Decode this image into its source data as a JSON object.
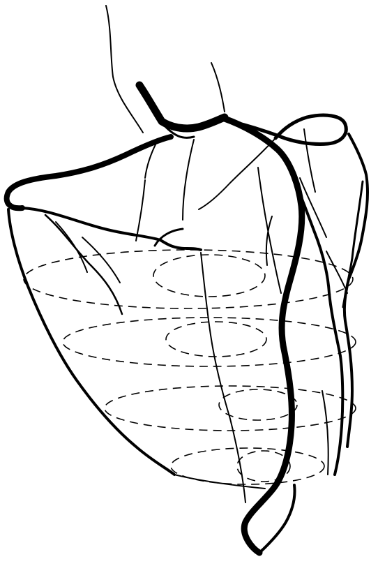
{
  "figure": {
    "caption": "",
    "colors": {
      "ink": "#000000",
      "background": "#ffffff"
    },
    "parts": [
      "aortic-root",
      "left-main-coronary-artery",
      "circumflex-artery",
      "left-anterior-descending-artery",
      "diagonal-branches",
      "obtuse-marginal-branches",
      "septal-branches",
      "left-ventricle-outline",
      "ventricular-contour-ellipses"
    ]
  }
}
